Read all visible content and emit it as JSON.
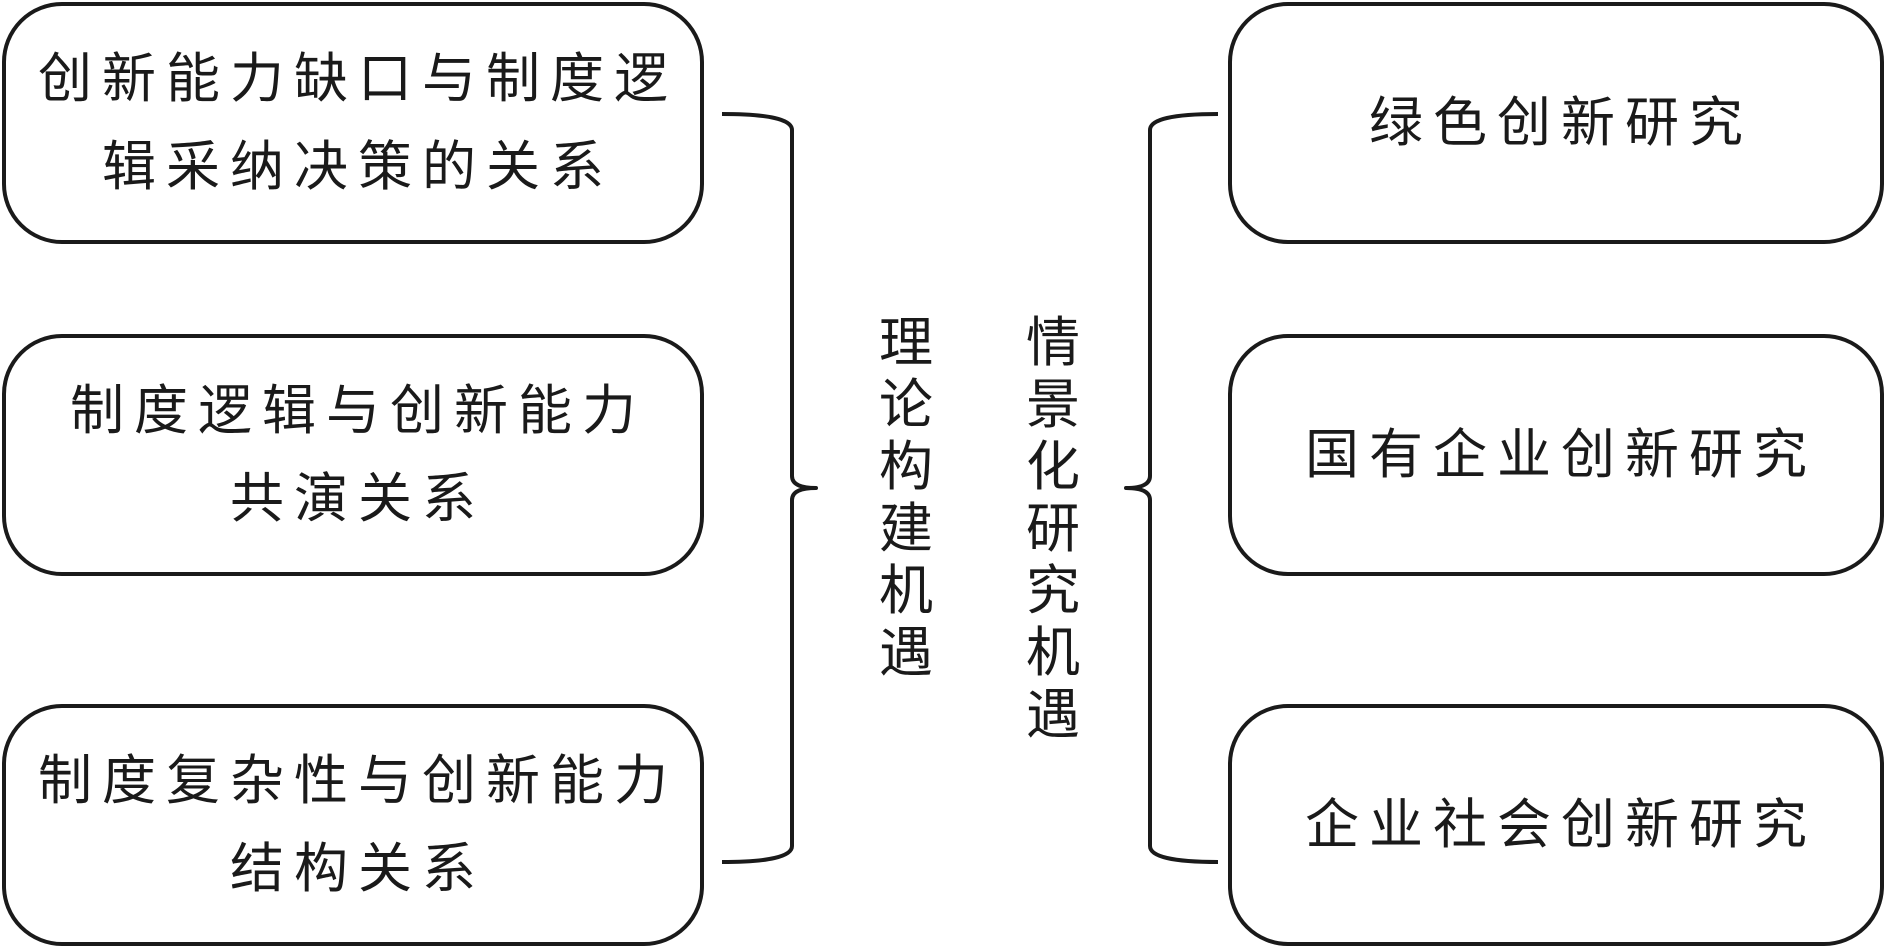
{
  "left_group": {
    "label": "理论构建机遇",
    "items": [
      {
        "label": "创新能力缺口与制度逻\n辑采纳决策的关系"
      },
      {
        "label": "制度逻辑与创新能力\n共演关系"
      },
      {
        "label": "制度复杂性与创新能力\n结构关系"
      }
    ]
  },
  "right_group": {
    "label": "情景化研究机遇",
    "items": [
      {
        "label": "绿色创新研究"
      },
      {
        "label": "国有企业创新研究"
      },
      {
        "label": "企业社会创新研究"
      }
    ]
  }
}
